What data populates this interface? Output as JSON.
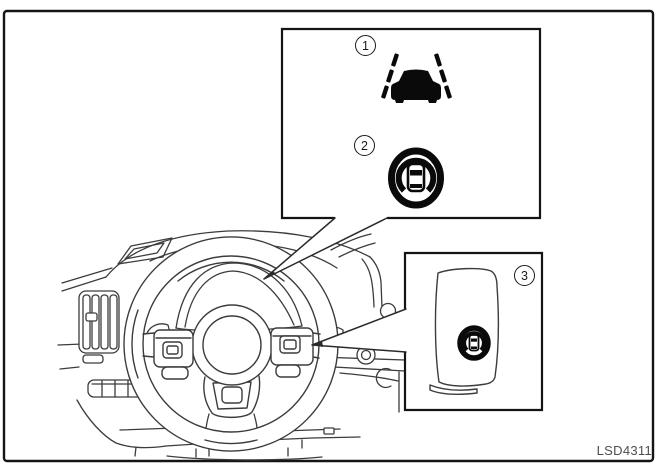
{
  "figure": {
    "code": "LSD4311"
  },
  "callouts": [
    {
      "number": "1",
      "icon": "lane-departure-warning-icon"
    },
    {
      "number": "2",
      "icon": "steering-assist-indicator-icon"
    },
    {
      "number": "3",
      "icon": "steering-assist-switch-icon"
    }
  ],
  "colors": {
    "background": "#ffffff",
    "drawing_line": "#3c3c3c",
    "frame_and_boxes": "#141414",
    "icon_ink": "#0a0a0a",
    "figure_code_text": "#4d4d4d"
  }
}
